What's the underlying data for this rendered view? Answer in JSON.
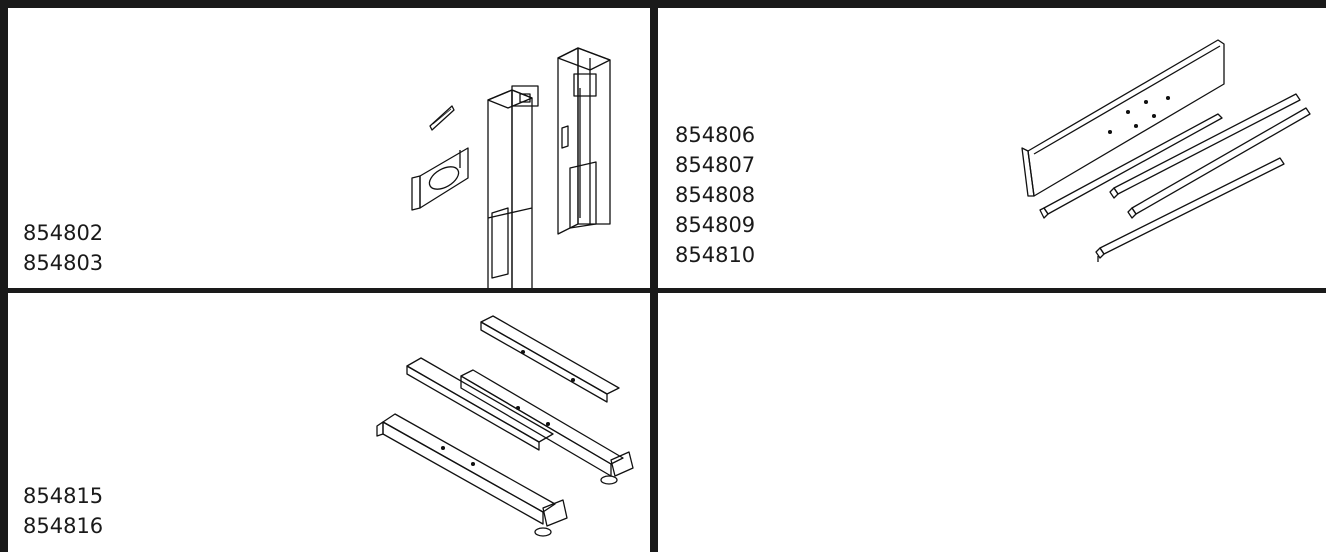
{
  "cells": [
    {
      "codes": [
        "854802",
        "854803"
      ],
      "illustration": "lifting-column-kit-drawing"
    },
    {
      "codes": [
        "854806",
        "854807",
        "854808",
        "854809",
        "854810"
      ],
      "illustration": "frame-crossbar-drawing"
    },
    {
      "codes": [
        "854815",
        "854816"
      ],
      "illustration": "feet-and-arms-drawing"
    },
    {
      "codes": [],
      "illustration": ""
    }
  ],
  "colors": {
    "border": "#1a1a1a",
    "text": "#1a1a1a",
    "background": "#ffffff"
  }
}
